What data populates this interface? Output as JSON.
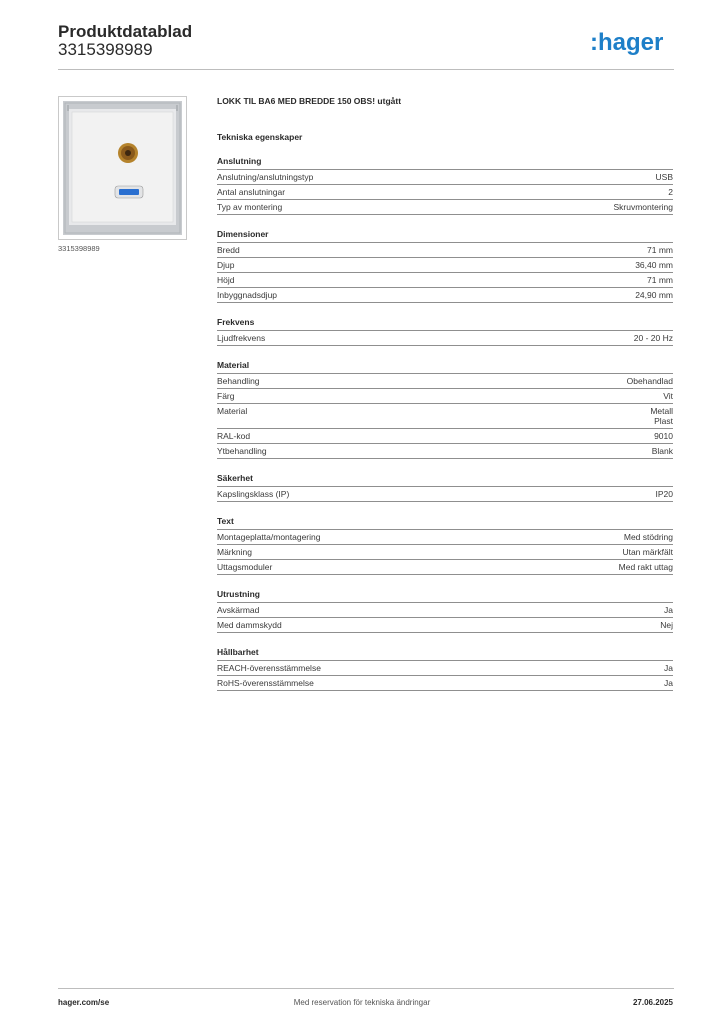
{
  "header": {
    "title": "Produktdatablad",
    "number": "3315398989",
    "logo_text": ":hager",
    "logo_color": "#1e7fc8"
  },
  "product": {
    "image_caption": "3315398989",
    "name": "LOKK TIL BA6 MED BREDDE 150 OBS! utgått",
    "tech_heading": "Tekniska egenskaper"
  },
  "colors": {
    "usb_blue": "#2a6fd0",
    "audio_gold": "#b5832c",
    "plate_white": "#f2f2f2"
  },
  "sections": [
    {
      "title": "Anslutning",
      "rows": [
        {
          "label": "Anslutning/anslutningstyp",
          "value": "USB"
        },
        {
          "label": "Antal anslutningar",
          "value": "2"
        },
        {
          "label": "Typ av montering",
          "value": "Skruvmontering"
        }
      ]
    },
    {
      "title": "Dimensioner",
      "rows": [
        {
          "label": "Bredd",
          "value": "71 mm"
        },
        {
          "label": "Djup",
          "value": "36,40 mm"
        },
        {
          "label": "Höjd",
          "value": "71 mm"
        },
        {
          "label": "Inbyggnadsdjup",
          "value": "24,90 mm"
        }
      ]
    },
    {
      "title": "Frekvens",
      "rows": [
        {
          "label": "Ljudfrekvens",
          "value": "20 - 20 Hz"
        }
      ]
    },
    {
      "title": "Material",
      "rows": [
        {
          "label": "Behandling",
          "value": "Obehandlad"
        },
        {
          "label": "Färg",
          "value": "Vit"
        },
        {
          "label": "Material",
          "value": "Metall",
          "value2": "Plast"
        },
        {
          "label": "RAL-kod",
          "value": "9010"
        },
        {
          "label": "Ytbehandling",
          "value": "Blank"
        }
      ]
    },
    {
      "title": "Säkerhet",
      "rows": [
        {
          "label": "Kapslingsklass (IP)",
          "value": "IP20"
        }
      ]
    },
    {
      "title": "Text",
      "rows": [
        {
          "label": "Montageplatta/montagering",
          "value": "Med stödring"
        },
        {
          "label": "Märkning",
          "value": "Utan märkfält"
        },
        {
          "label": "Uttagsmoduler",
          "value": "Med rakt uttag"
        }
      ]
    },
    {
      "title": "Utrustning",
      "rows": [
        {
          "label": "Avskärmad",
          "value": "Ja"
        },
        {
          "label": "Med dammskydd",
          "value": "Nej"
        }
      ]
    },
    {
      "title": "Hållbarhet",
      "rows": [
        {
          "label": "REACH-överensstämmelse",
          "value": "Ja"
        },
        {
          "label": "RoHS-överensstämmelse",
          "value": "Ja"
        }
      ]
    }
  ],
  "footer": {
    "website": "hager.com/se",
    "disclaimer": "Med reservation för tekniska ändringar",
    "date": "27.06.2025"
  }
}
